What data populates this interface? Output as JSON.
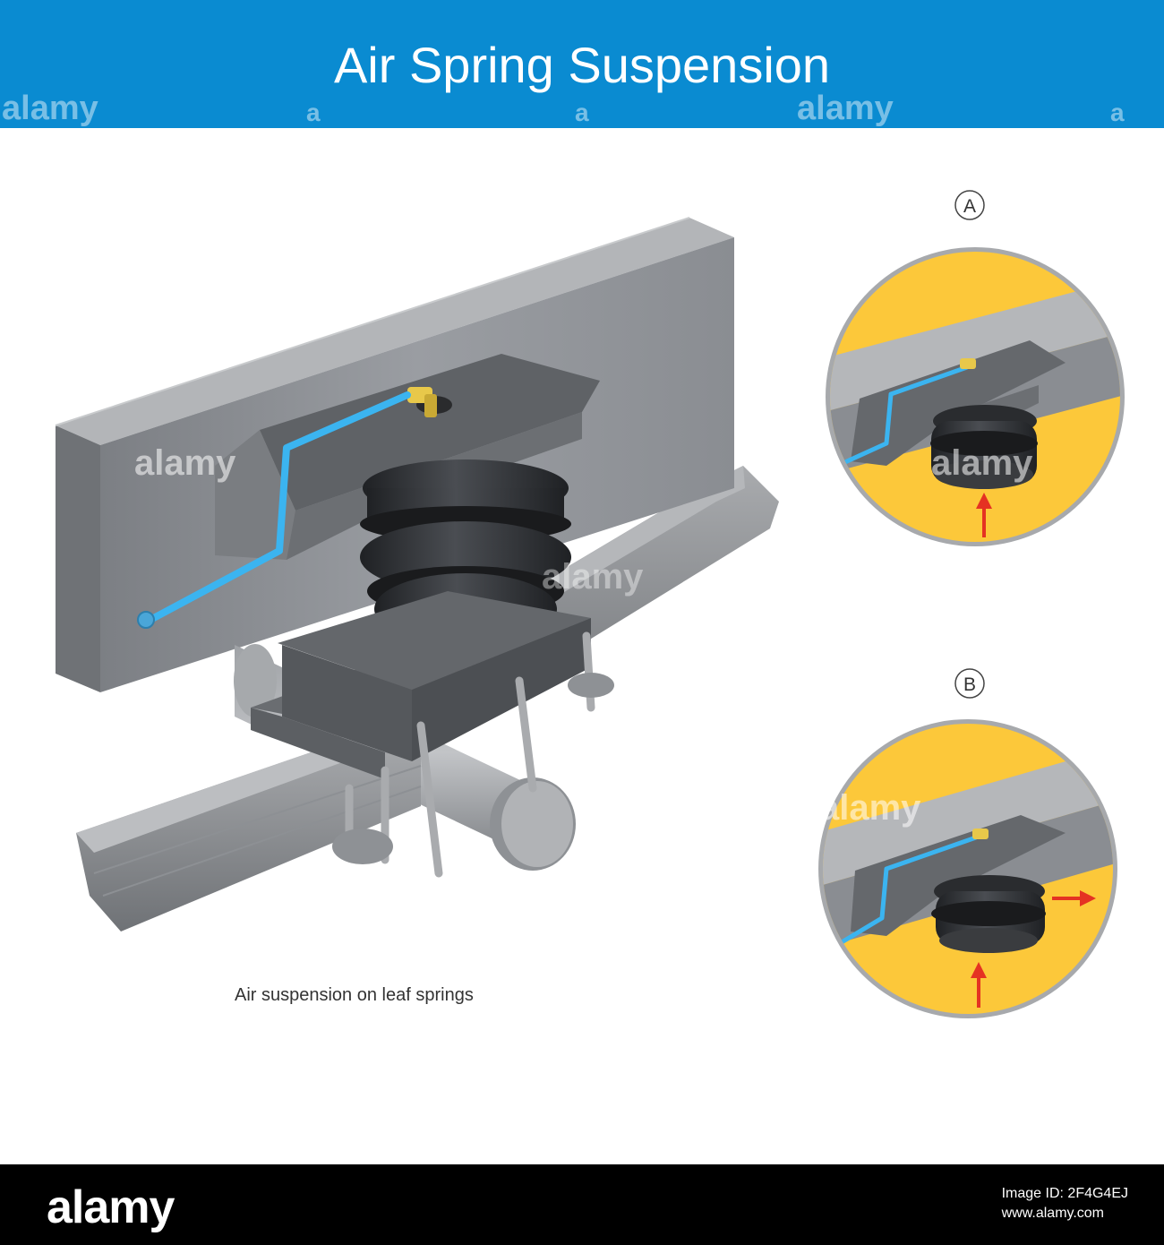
{
  "header": {
    "title": "Air Spring Suspension"
  },
  "panels": [
    {
      "id": "A",
      "label": "A"
    },
    {
      "id": "B",
      "label": "B"
    }
  ],
  "caption": "Air suspension on leaf springs",
  "watermark": {
    "text": "alamy",
    "mark": "a"
  },
  "footer": {
    "logo": "alamy",
    "image_id_line": "Image ID: 2F4G4EJ",
    "site": "www.alamy.com"
  },
  "colors": {
    "header_bg": "#0a8bd1",
    "panel_bg": "#fcc83a",
    "air_line": "#3bb4f0",
    "frame": "#8a8d92",
    "bellows": "#2b2d30",
    "arrow": "#e53222",
    "fitting": "#e8c84a"
  },
  "icons": [
    "up-arrow-icon",
    "right-arrow-icon"
  ]
}
